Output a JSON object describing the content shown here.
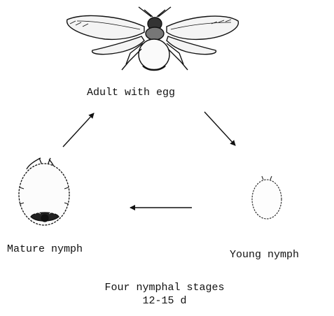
{
  "labels": {
    "adult": "Adult with egg",
    "mature": "Mature nymph",
    "young": "Young nymph",
    "stages": "Four nymphal stages",
    "duration": "12-15 d"
  },
  "colors": {
    "ink": "#111111",
    "background": "#ffffff"
  },
  "icons": {
    "adult": "whitefly-adult-icon",
    "mature": "mature-nymph-icon",
    "young": "young-nymph-icon"
  }
}
